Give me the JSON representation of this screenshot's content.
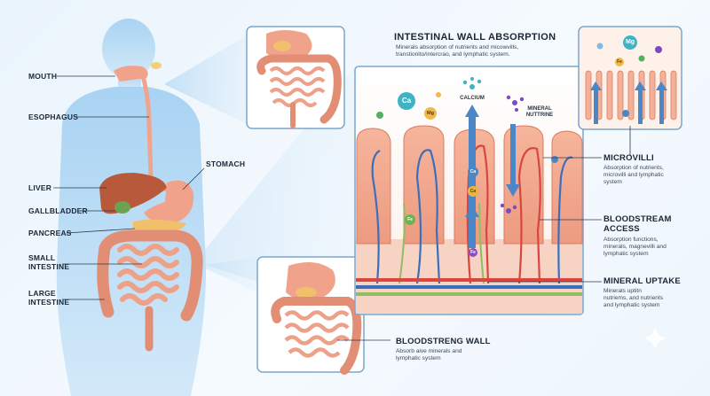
{
  "organ_labels": {
    "mouth": "MOUTH",
    "esophagus": "ESOPHAGUS",
    "liver": "LIVER",
    "gallbladder": "GALLBLADDER",
    "pancreas": "PANCREAS",
    "small_intestine": "SMALL\nINTESTINE",
    "large_intestine": "LARGE\nINTESTINE",
    "stomach": "STOMACH"
  },
  "main_panel": {
    "title": "INTESTINAL WALL ABSORPTION",
    "subtitle": "Minerals absorption of nutrients and micowvills,\ntranstionito/intercrao, and lymphatic system.",
    "calcium_label": "CALCIUM",
    "mineral_label": "MINERAL\nNUTTRINE"
  },
  "ions": {
    "ca": "Ca",
    "mg": "Mg",
    "fe": "Fe",
    "mg2": "Mg",
    "fe2": "Fe",
    "ca2": "Ca",
    "ca3": "Ca",
    "fe3": "Fe",
    "fe4": "Fe"
  },
  "callouts": {
    "microvilli": {
      "title": "MICROVILLI",
      "text": "Absorption of nutrients,\nmicrovilli and lymphatic\nsystem"
    },
    "bloodstream": {
      "title": "BLOODSTREAM\nACCESS",
      "text": "Absorption functions,\nminerals, magnevilli and\nlymphatic system"
    },
    "mineral_uptake": {
      "title": "MINERAL UPTAKE",
      "text": "Minerals uptitn\nnutriems, and nutrients\nand lymphatic system"
    },
    "bloodstreng_wall": {
      "title": "BLOODSTRENG WALL",
      "text": "Absorb aive minerals and\nlymphatic system"
    }
  },
  "colors": {
    "body_silhouette": "#b9dcf5",
    "intestine": "#e9977f",
    "intestine_dark": "#c96a52",
    "villus": "#f2a98f",
    "artery": "#d8463f",
    "vein": "#3a6fc0",
    "lymph": "#8fbe62",
    "arrow": "#4b86c6",
    "panel_border": "#7aa6cf"
  }
}
